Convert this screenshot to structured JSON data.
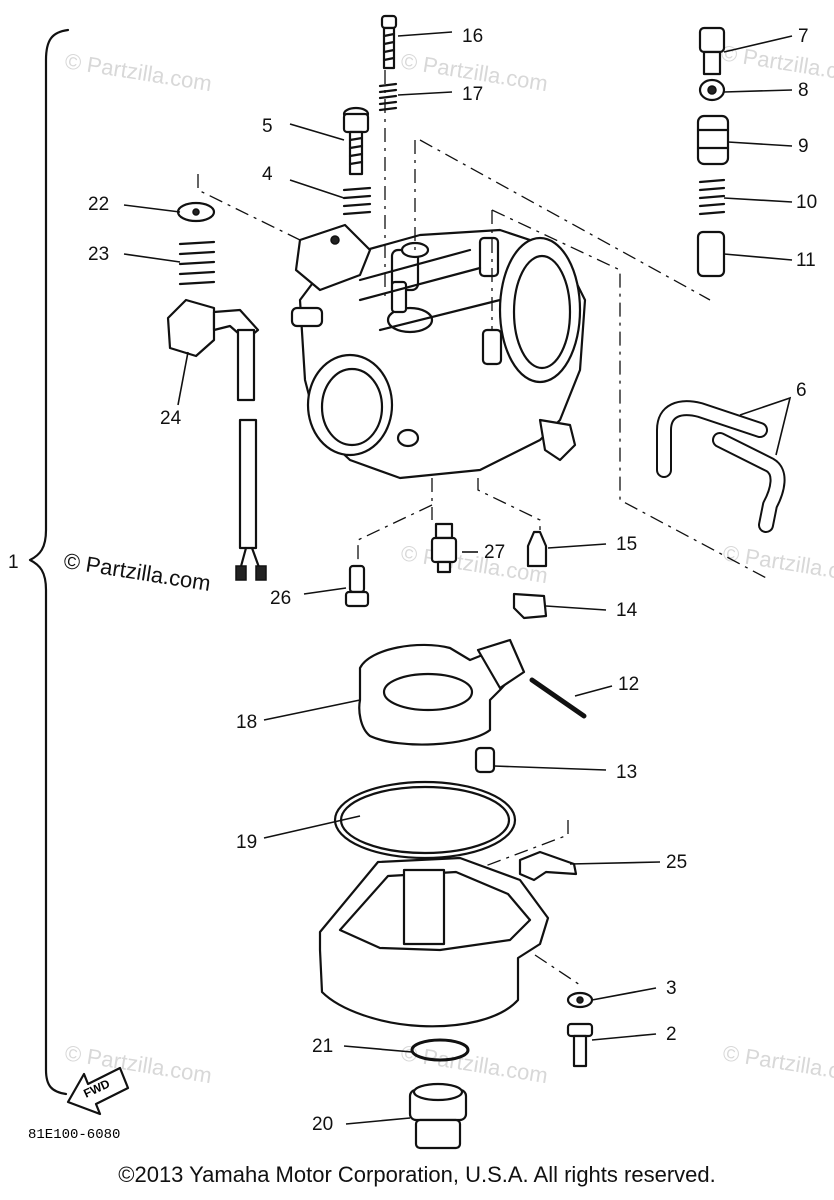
{
  "diagram": {
    "drawing_code": "81E100-6080",
    "watermark": "© Partzilla.com",
    "partzilla_credit": "© Partzilla.com",
    "copyright": "©2013  Yamaha Motor Corporation, U.S.A. All rights reserved.",
    "fwd_marker": "FWD",
    "assembly_label": "1",
    "callouts": [
      "2",
      "3",
      "4",
      "5",
      "6",
      "7",
      "8",
      "9",
      "10",
      "11",
      "12",
      "13",
      "14",
      "15",
      "16",
      "17",
      "18",
      "19",
      "20",
      "21",
      "22",
      "23",
      "24",
      "25",
      "26",
      "27"
    ]
  }
}
